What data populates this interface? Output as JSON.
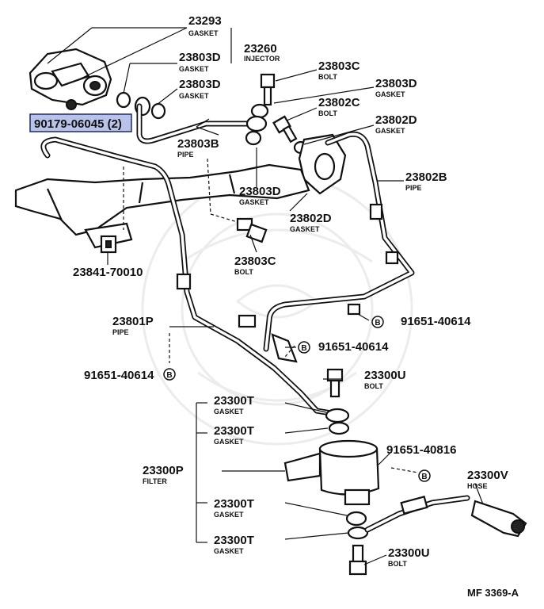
{
  "callouts": [
    {
      "id": "c-23293",
      "number": "23293",
      "sub": "GASKET"
    },
    {
      "id": "c-23260",
      "number": "23260",
      "sub": "INJECTOR"
    },
    {
      "id": "c-23803d-a",
      "number": "23803D",
      "sub": "GASKET"
    },
    {
      "id": "c-23803d-b",
      "number": "23803D",
      "sub": "GASKET"
    },
    {
      "id": "c-23803c-a",
      "number": "23803C",
      "sub": "BOLT"
    },
    {
      "id": "c-23803d-c",
      "number": "23803D",
      "sub": "GASKET"
    },
    {
      "id": "c-23802c",
      "number": "23802C",
      "sub": "BOLT"
    },
    {
      "id": "c-23802d-a",
      "number": "23802D",
      "sub": "GASKET"
    },
    {
      "id": "c-23803b",
      "number": "23803B",
      "sub": "PIPE"
    },
    {
      "id": "c-23802b",
      "number": "23802B",
      "sub": "PIPE"
    },
    {
      "id": "c-23803d-d",
      "number": "23803D",
      "sub": "GASKET"
    },
    {
      "id": "c-23802d-b",
      "number": "23802D",
      "sub": "GASKET"
    },
    {
      "id": "c-23803c-b",
      "number": "23803C",
      "sub": "BOLT"
    },
    {
      "id": "c-23841",
      "number": "23841-70010",
      "sub": ""
    },
    {
      "id": "c-23801p",
      "number": "23801P",
      "sub": "PIPE"
    },
    {
      "id": "c-91651-a",
      "number": "91651-40614",
      "sub": ""
    },
    {
      "id": "c-91651-b",
      "number": "91651-40614",
      "sub": ""
    },
    {
      "id": "c-91651-c",
      "number": "91651-40614",
      "sub": ""
    },
    {
      "id": "c-23300u-a",
      "number": "23300U",
      "sub": "BOLT"
    },
    {
      "id": "c-23300t-a",
      "number": "23300T",
      "sub": "GASKET"
    },
    {
      "id": "c-23300t-b",
      "number": "23300T",
      "sub": "GASKET"
    },
    {
      "id": "c-91651-40816",
      "number": "91651-40816",
      "sub": ""
    },
    {
      "id": "c-23300p",
      "number": "23300P",
      "sub": "FILTER"
    },
    {
      "id": "c-23300v",
      "number": "23300V",
      "sub": "HOSE"
    },
    {
      "id": "c-23300t-c",
      "number": "23300T",
      "sub": "GASKET"
    },
    {
      "id": "c-23300t-d",
      "number": "23300T",
      "sub": "GASKET"
    },
    {
      "id": "c-23300u-b",
      "number": "23300U",
      "sub": "BOLT"
    }
  ],
  "highlight": {
    "label": "90179-06045 (2)"
  },
  "circle_marker": "B",
  "footer": {
    "code": "MF 3369-A"
  }
}
